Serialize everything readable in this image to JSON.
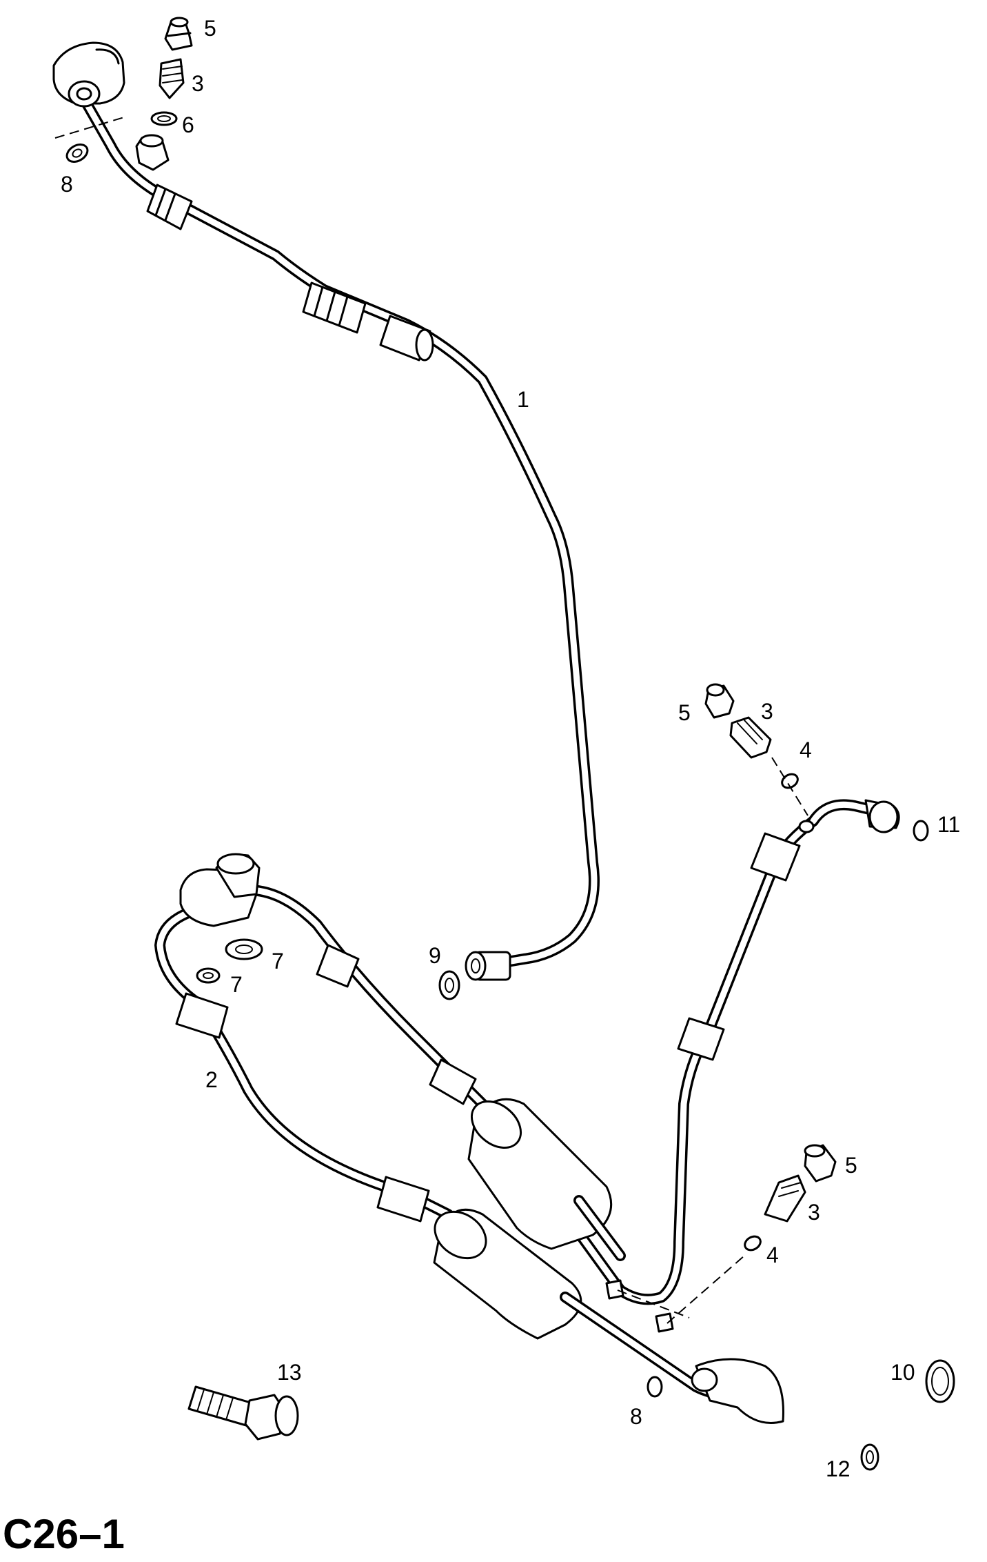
{
  "diagram_code": "C26–1",
  "callouts": [
    {
      "id": "c5a",
      "text": "5"
    },
    {
      "id": "c3a",
      "text": "3"
    },
    {
      "id": "c6",
      "text": "6"
    },
    {
      "id": "c8a",
      "text": "8"
    },
    {
      "id": "c1",
      "text": "1"
    },
    {
      "id": "c5b",
      "text": "5"
    },
    {
      "id": "c3b",
      "text": "3"
    },
    {
      "id": "c4a",
      "text": "4"
    },
    {
      "id": "c11",
      "text": "11"
    },
    {
      "id": "c9",
      "text": "9"
    },
    {
      "id": "c7a",
      "text": "7"
    },
    {
      "id": "c7b",
      "text": "7"
    },
    {
      "id": "c2",
      "text": "2"
    },
    {
      "id": "c5c",
      "text": "5"
    },
    {
      "id": "c3c",
      "text": "3"
    },
    {
      "id": "c4b",
      "text": "4"
    },
    {
      "id": "c10",
      "text": "10"
    },
    {
      "id": "c13",
      "text": "13"
    },
    {
      "id": "c8b",
      "text": "8"
    },
    {
      "id": "c12",
      "text": "12"
    }
  ]
}
